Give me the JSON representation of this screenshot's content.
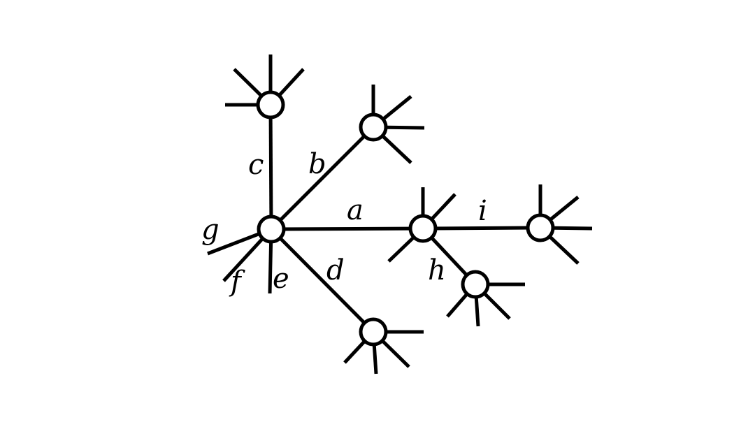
{
  "diagram": {
    "labels": {
      "a": "a",
      "b": "b",
      "c": "c",
      "d": "d",
      "e": "e",
      "f": "f",
      "g": "g",
      "h": "h",
      "i": "i"
    },
    "colors": {
      "stroke": "#000000",
      "node_fill": "#ffffff",
      "background": "#ffffff"
    }
  }
}
